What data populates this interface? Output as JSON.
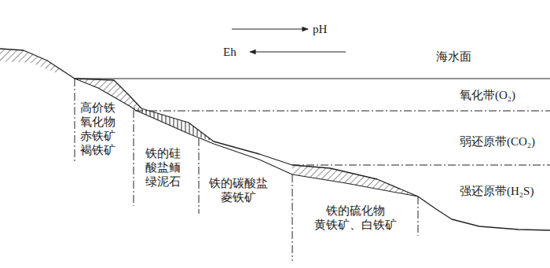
{
  "diagram": {
    "labels": [
      "pH",
      "Eh",
      "海水面",
      "氧化带(O₂)",
      "弱还原带(CO₂)",
      "强还原带(H₂S)",
      "高价铁氧化物",
      "赤铁矿 褐铁矿",
      "铁的硅酸盐鲕绿泥石",
      "铁的碳酸盐",
      "菱铁矿",
      "铁的硫化物",
      "黄铁矿、白铁矿"
    ]
  }
}
